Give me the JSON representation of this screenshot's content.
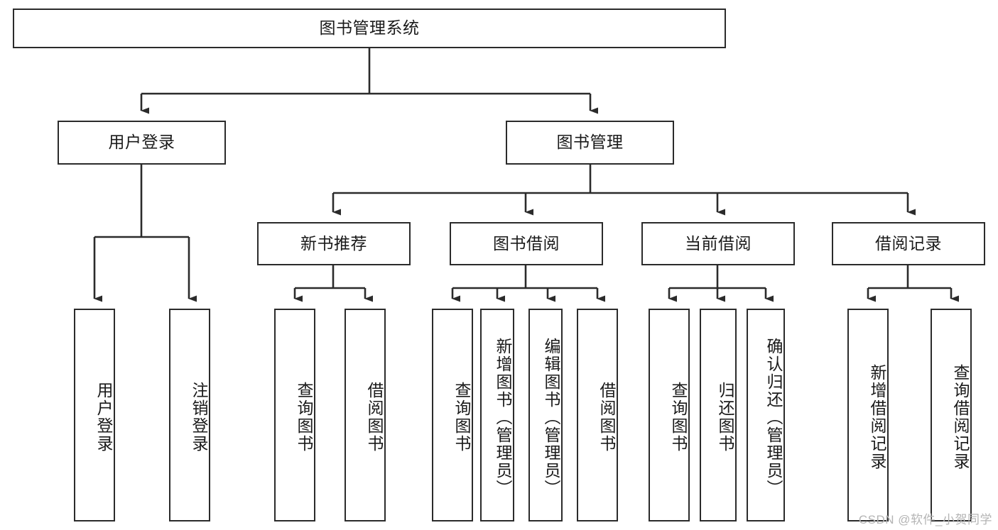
{
  "diagram": {
    "title": "图书管理系统",
    "type": "tree-hierarchy-chart",
    "colors": {
      "border": "#2b2b2b",
      "box_fill": "#ffffff",
      "text": "#1a1a1a",
      "connector": "#2b2b2b",
      "watermark": "#b4b4b4"
    },
    "root": {
      "label": "图书管理系统"
    },
    "level2": [
      {
        "label": "用户登录"
      },
      {
        "label": "图书管理"
      }
    ],
    "level3": [
      {
        "label": "新书推荐"
      },
      {
        "label": "图书借阅"
      },
      {
        "label": "当前借阅"
      },
      {
        "label": "借阅记录"
      }
    ],
    "leaves": {
      "user_login": [
        {
          "label": "用户登录"
        },
        {
          "label": "注销登录"
        }
      ],
      "new_book_recommend": [
        {
          "label": "查询图书"
        },
        {
          "label": "借阅图书"
        }
      ],
      "book_borrow": [
        {
          "label": "查询图书"
        },
        {
          "label": "新增图书（管理员）"
        },
        {
          "label": "编辑图书（管理员）"
        },
        {
          "label": "借阅图书"
        }
      ],
      "current_borrow": [
        {
          "label": "查询图书"
        },
        {
          "label": "归还图书"
        },
        {
          "label": "确认归还（管理员）"
        }
      ],
      "borrow_record": [
        {
          "label": "新增借阅记录"
        },
        {
          "label": "查询借阅记录"
        }
      ]
    }
  },
  "watermark": {
    "text": "CSDN @软件_小贺同学"
  }
}
